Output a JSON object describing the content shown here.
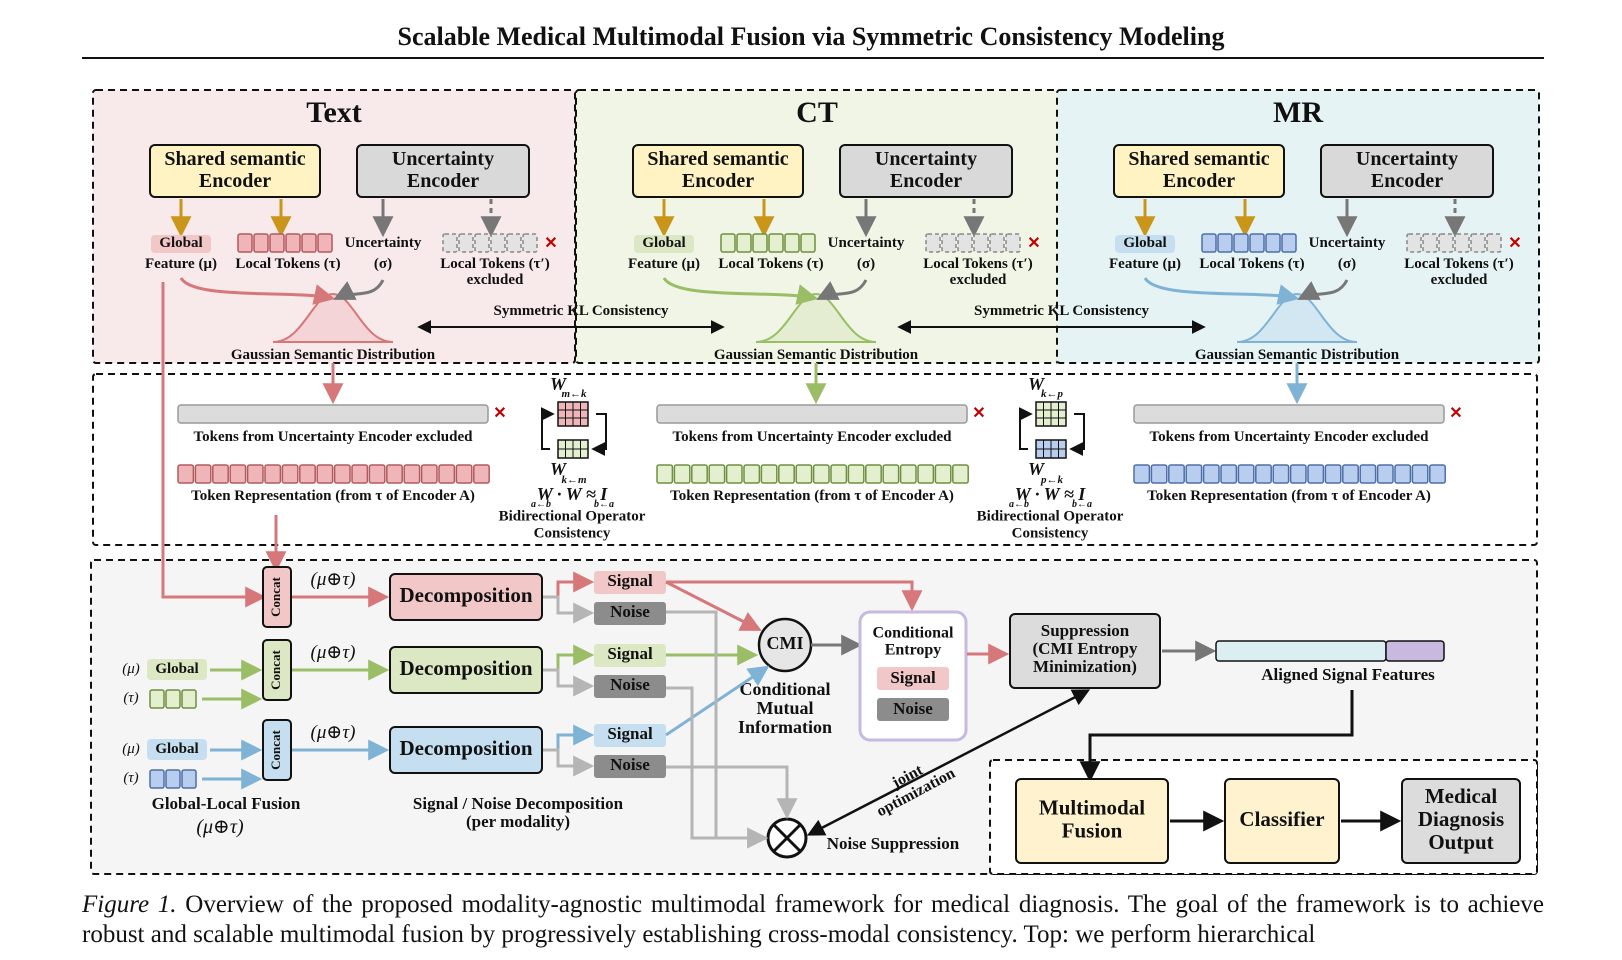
{
  "paper": {
    "title": "Scalable Medical Multimodal Fusion via Symmetric Consistency Modeling",
    "caption_label": "Figure 1.",
    "caption_text": "Overview of the proposed modality-agnostic multimodal framework for medical diagnosis. The goal of the framework is to achieve robust and scalable multimodal fusion by progressively establishing cross-modal consistency. Top: we perform hierarchical"
  },
  "colors": {
    "text_panel": "#f8e9ea",
    "ct_panel": "#f0f5e6",
    "mr_panel": "#e6f3f4",
    "text_accent": "#d6777a",
    "ct_accent": "#9bbd66",
    "mr_accent": "#7fb3d6",
    "encoder_yellow": "#fff3c4",
    "encoder_gray": "#d9d9d9",
    "purple": "#c9b8df"
  },
  "modalities": [
    {
      "name": "Text",
      "color": "#d6777a",
      "fill": "#f2c7c8",
      "tokfill": "#f0b5b8",
      "tokstroke": "#b35a5e"
    },
    {
      "name": "CT",
      "color": "#9bbd66",
      "fill": "#dce8c3",
      "tokfill": "#e3efcf",
      "tokstroke": "#6e8f3f"
    },
    {
      "name": "MR",
      "color": "#7fb3d6",
      "fill": "#c6dff0",
      "tokfill": "#b9cdee",
      "tokstroke": "#4e6ea8"
    }
  ],
  "top": {
    "shared_encoder": "Shared semantic\nEncoder",
    "uncertainty_encoder": "Uncertainty\nEncoder",
    "global": "Global",
    "global_feature": "Feature (μ)",
    "local_tokens": "Local Tokens (τ)",
    "uncertainty": "Uncertainty",
    "sigma": "(σ)",
    "local_tokens_excluded": "Local Tokens (τ′)\nexcluded",
    "gaussian": "Gaussian Semantic Distribution",
    "symmetric_kl": "Symmetric KL Consistency"
  },
  "middle": {
    "excluded": "Tokens from Uncertainty Encoder excluded",
    "token_repr": "Token Representation (from τ of Encoder A)",
    "bidir": "Bidirectional Operator\nConsistency",
    "ops": [
      {
        "w_top": "W",
        "top_sub": "m←k",
        "w_bot": "W",
        "bot_sub": "k←m"
      },
      {
        "w_top": "W",
        "top_sub": "k←p",
        "w_bot": "W",
        "bot_sub": "p←k"
      }
    ],
    "identity_eq": "W  · W   ≈ I",
    "identity_sub1": "a←b",
    "identity_sub2": "b←a"
  },
  "bottom": {
    "concat": "Concat",
    "mu_tau": "(μ⊕τ)",
    "decomposition": "Decomposition",
    "signal": "Signal",
    "noise": "Noise",
    "global": "Global",
    "mu": "(μ)",
    "tau": "(τ)",
    "cmi": "CMI",
    "cmi_label": "Conditional\nMutual\nInformation",
    "cond_entropy": "Conditional\nEntropy",
    "suppression": "Suppression\n(CMI Entropy\nMinimization)",
    "aligned": "Aligned Signal Features",
    "global_local_fusion": "Global-Local Fusion",
    "fusion_formula": "(μ⊕τ)",
    "signal_noise_decomp": "Signal / Noise Decomposition\n(per modality)",
    "joint_opt": "joint\noptimization",
    "noise_suppression": "Noise Suppression",
    "multimodal_fusion": "Multimodal\nFusion",
    "classifier": "Classifier",
    "diagnosis": "Medical\nDiagnosis\nOutput"
  }
}
